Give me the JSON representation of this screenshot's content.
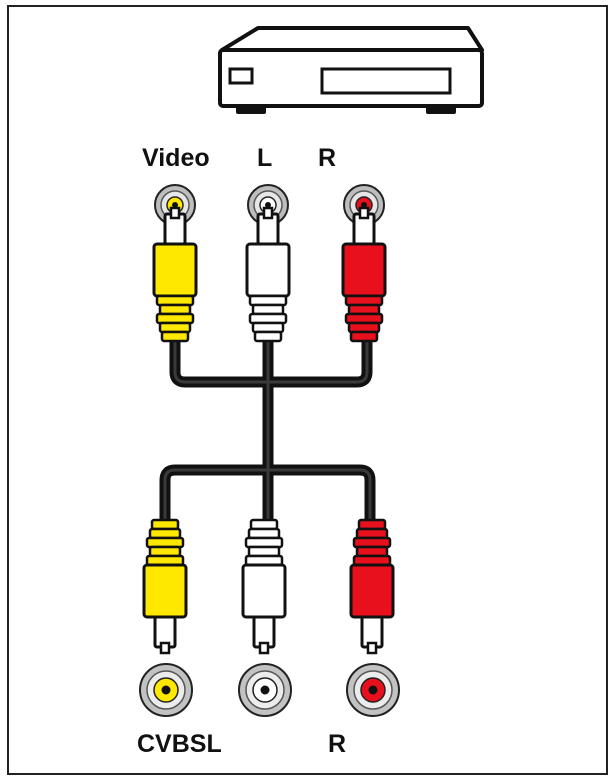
{
  "labels": {
    "top_video": "Video",
    "top_left": "L",
    "top_right": "R",
    "bottom_left": "CVBSL",
    "bottom_right": "R"
  },
  "colors": {
    "yellow": "#ffe800",
    "white": "#ffffff",
    "red": "#e8101c",
    "cable": "#1a1a1a",
    "outline": "#111111",
    "frame": "#222222"
  },
  "icons": {
    "device": "set-top-box-icon",
    "jack": "rca-jack-icon",
    "plug": "rca-plug-icon"
  }
}
